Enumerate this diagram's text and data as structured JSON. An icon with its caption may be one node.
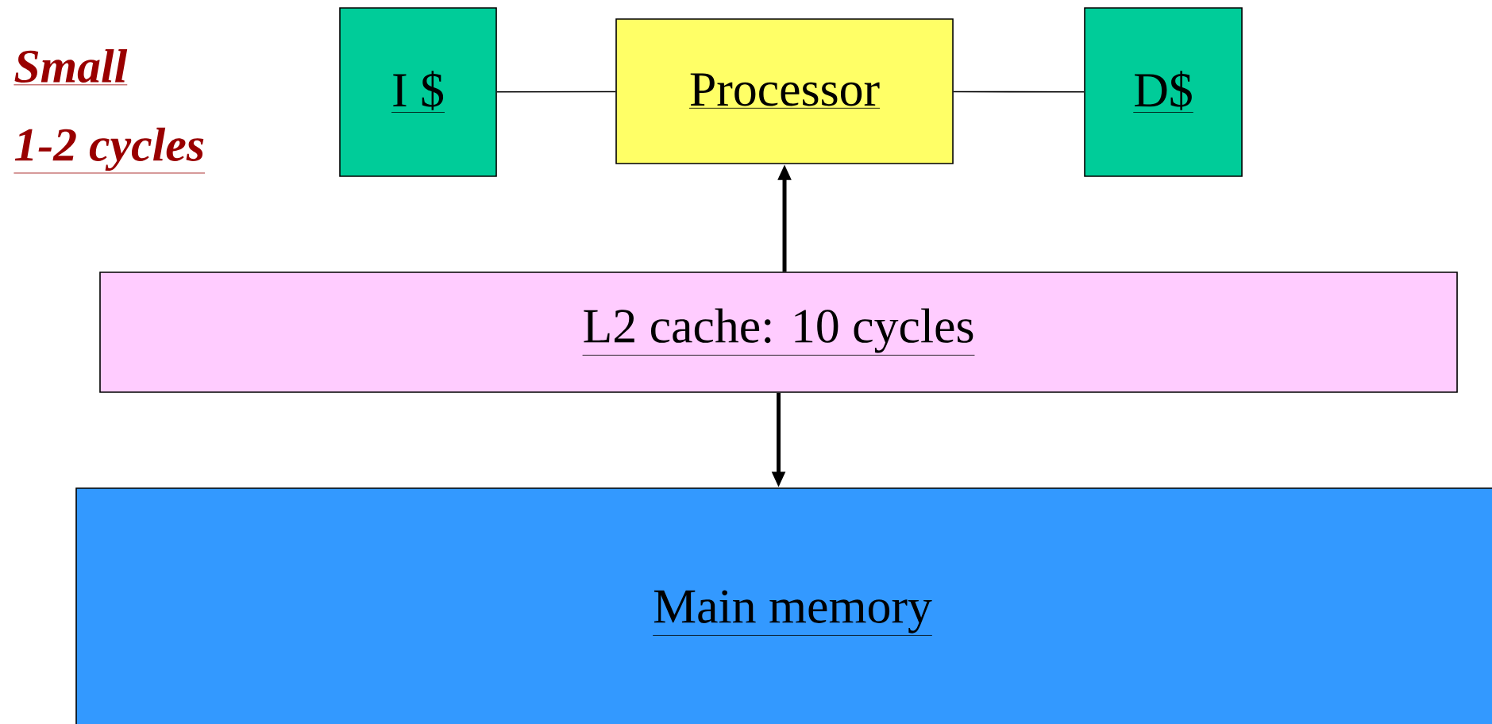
{
  "diagram": {
    "nodes": [
      {
        "text": [
          "I $"
        ]
      },
      {
        "text": [
          "Processor"
        ]
      },
      {
        "text": [
          "D$"
        ]
      },
      {
        "text": [
          "L2 cache: 10 cycles"
        ]
      },
      {
        "text": [
          "Main memory"
        ]
      }
    ],
    "edges": [
      {
        "from": 0,
        "to": 1,
        "arrow": "none"
      },
      {
        "from": 1,
        "to": 2,
        "arrow": "none"
      },
      {
        "from": 3,
        "to": 1,
        "arrow": "to",
        "style": "thick"
      },
      {
        "from": 3,
        "to": 4,
        "arrow": "to",
        "style": "thick"
      }
    ],
    "labels": [
      "Small",
      "1-2 cycles"
    ]
  }
}
